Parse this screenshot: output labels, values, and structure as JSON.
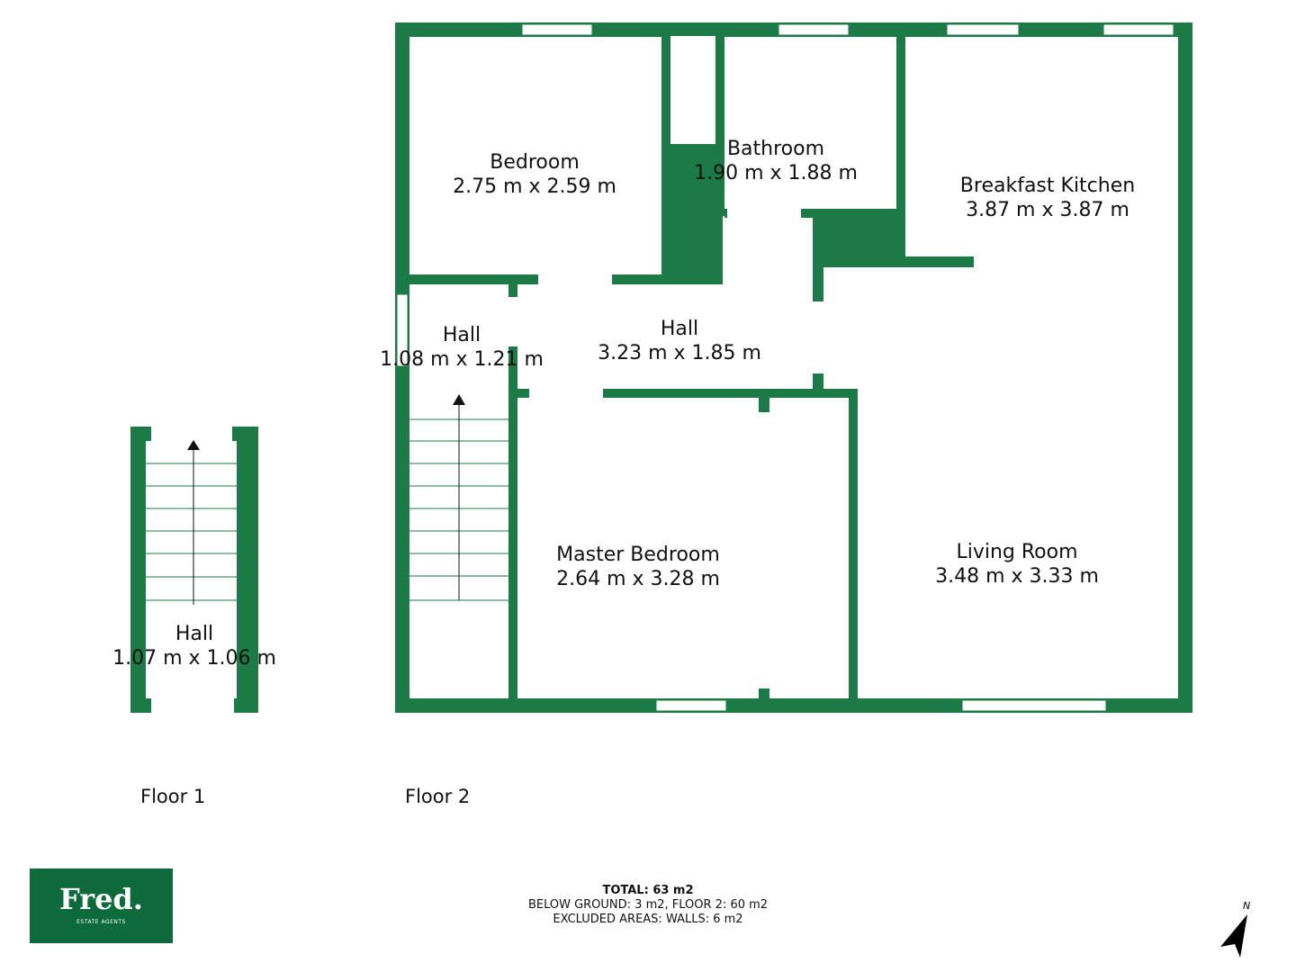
{
  "rooms": [
    {
      "name": "Bedroom",
      "size": "2.75 m x 2.59 m"
    },
    {
      "name": "Bathroom",
      "size": "1.90 m x 1.88 m"
    },
    {
      "name": "Breakfast Kitchen",
      "size": "3.87 m x 3.87 m"
    },
    {
      "name": "Hall",
      "size": "1.08 m x 1.21 m"
    },
    {
      "name": "Hall",
      "size": "3.23 m x 1.85 m"
    },
    {
      "name": "Master Bedroom",
      "size": "2.64 m x 3.28 m"
    },
    {
      "name": "Living Room",
      "size": "3.48 m x 3.33 m"
    },
    {
      "name": "Hall",
      "size": "1.07 m x 1.06 m"
    }
  ],
  "floors": [
    "Floor 1",
    "Floor 2"
  ],
  "totals": {
    "total": "TOTAL: 63 m2",
    "breakdown": "BELOW GROUND: 3 m2, FLOOR 2: 60 m2",
    "excluded": "EXCLUDED AREAS: WALLS: 6 m2"
  },
  "logo": {
    "name": "Fred.",
    "tagline": "ESTATE AGENTS"
  },
  "compass": {
    "label": "N",
    "icon": "north-arrow-icon"
  },
  "colors": {
    "wall": "#1b7a45",
    "logo_bg": "#0d6a3b"
  }
}
